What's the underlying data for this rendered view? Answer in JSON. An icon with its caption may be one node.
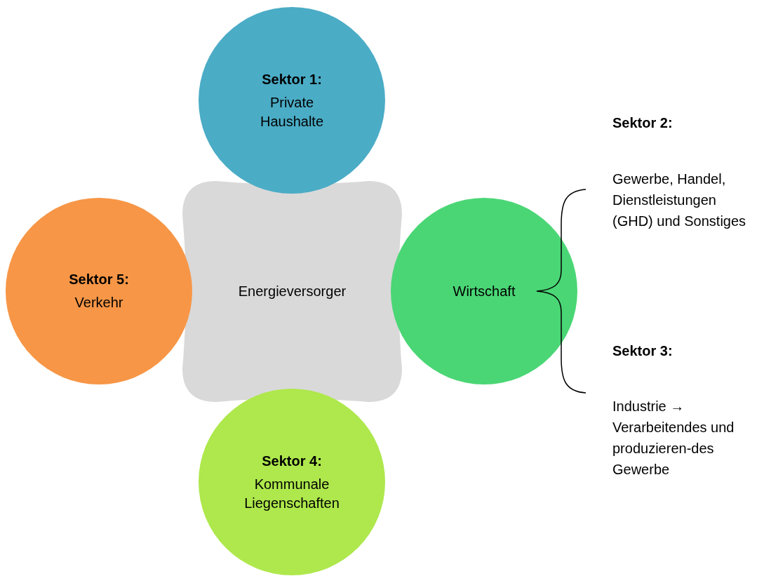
{
  "diagram": {
    "nodes": [
      {
        "text": [
          "Sektor 1:",
          "Private Haushalte"
        ]
      },
      {
        "text": [
          "Sektor 5:",
          "Verkehr"
        ]
      },
      {
        "text": [
          "Energieversorger"
        ]
      },
      {
        "text": [
          "Wirtschaft"
        ]
      },
      {
        "text": [
          "Sektor 4:",
          "Kommunale Liegenschaften"
        ]
      }
    ],
    "labels": [
      "Sektor 2:",
      "Gewerbe, Handel, Dienstleistungen (GHD) und Sonstiges",
      "Sektor 3:",
      "Industrie → Verarbeitendes und produzieren-des Gewerbe"
    ]
  }
}
